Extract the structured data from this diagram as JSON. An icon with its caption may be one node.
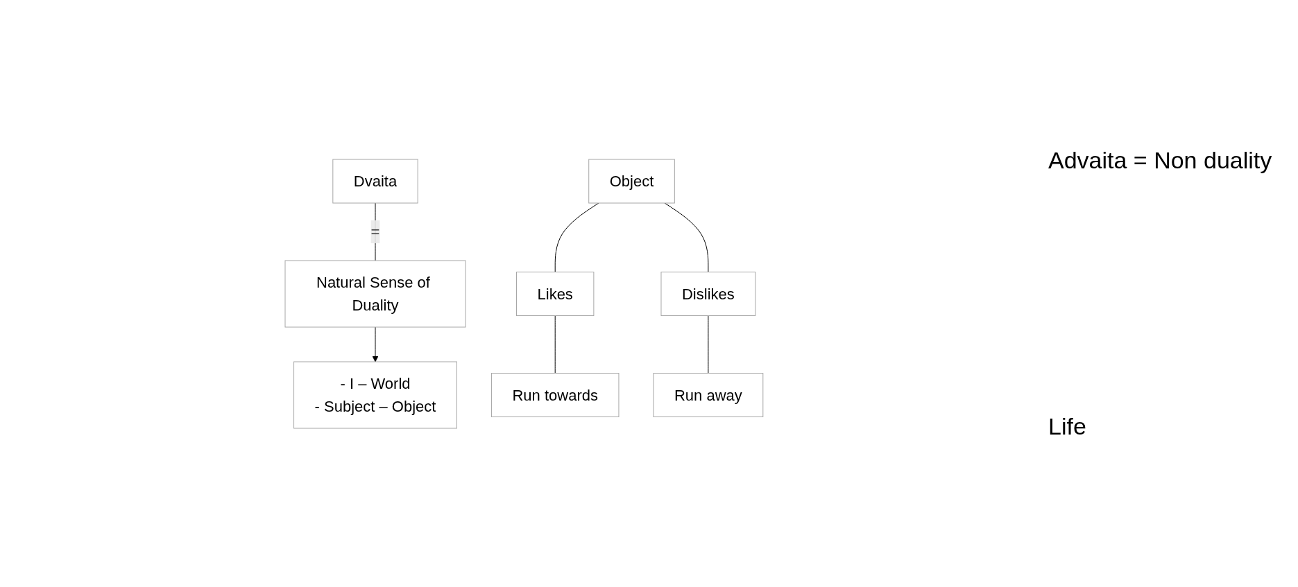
{
  "diagram": {
    "nodes": [
      {
        "text": [
          "Dvaita"
        ]
      },
      {
        "text": [
          "Natural Sense of Duality"
        ]
      },
      {
        "text": [
          "- I – World",
          "- Subject – Object"
        ]
      },
      {
        "text": [
          "Object"
        ]
      },
      {
        "text": [
          "Likes"
        ]
      },
      {
        "text": [
          "Dislikes"
        ]
      },
      {
        "text": [
          "Run towards"
        ]
      },
      {
        "text": [
          "Run away"
        ]
      }
    ],
    "edges": [
      {
        "from": 0,
        "to": 1,
        "arrow": "none",
        "label": "="
      },
      {
        "from": 1,
        "to": 2,
        "arrow": "to"
      },
      {
        "from": 3,
        "to": 4,
        "arrow": "none"
      },
      {
        "from": 3,
        "to": 5,
        "arrow": "none"
      },
      {
        "from": 4,
        "to": 6,
        "arrow": "none"
      },
      {
        "from": 5,
        "to": 7,
        "arrow": "none"
      }
    ],
    "labels": [
      "Advaita = Non duality",
      "Life"
    ]
  }
}
